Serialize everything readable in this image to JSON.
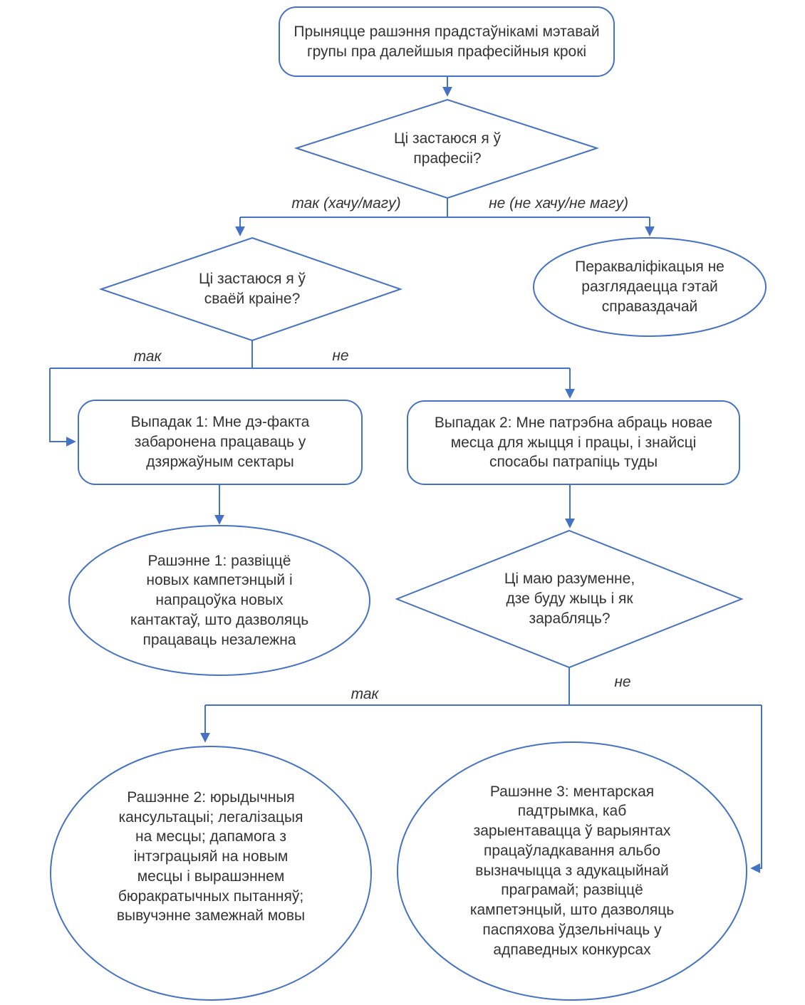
{
  "flowchart": {
    "start": {
      "text": "Прыняцце рашэння прадстаўнікамі мэтавай групы пра далейшыя прафесійныя крокі"
    },
    "decision1": {
      "text": "Ці застаюся я ў прафесіі?",
      "yes_label": "так (хачу/магу)",
      "no_label": "не (не хачу/не магу)"
    },
    "requalification": {
      "text": "Перакваліфікацыя не разглядаецца гэтай справаздачай"
    },
    "decision2": {
      "text": "Ці застаюся я ў сваёй краіне?",
      "yes_label": "так",
      "no_label": "не"
    },
    "case1": {
      "text": "Выпадак 1: Мне дэ-факта забаронена працаваць у дзяржаўным сектары"
    },
    "case2": {
      "text": "Выпадак 2: Мне патрэбна абраць новае месца для жыцця і працы, і знайсці спосабы патрапіць туды"
    },
    "solution1": {
      "text": "Рашэнне 1: развіццё новых кампетэнцый і напрацоўка новых кантактаў, што дазволяць працаваць незалежна"
    },
    "decision3": {
      "text": "Ці маю разуменне, дзе буду жыць і як зарабляць?",
      "yes_label": "так",
      "no_label": "не"
    },
    "solution2": {
      "text": "Рашэнне 2: юрыдычныя кансультацыі; легалізацыя на месцы; дапамога з інтэграцыяй на новым месцы і вырашэннем бюракратычных пытанняў; вывучэнне замежнай мовы"
    },
    "solution3": {
      "text": "Рашэнне 3: ментарская падтрымка, каб зарыентавацца ў варыянтах працаўладкавання альбо вызначыцца з адукацыйнай праграмай; развіццё кампетэнцый, што дазволяць паспяхова ўдзельнічаць у адпаведных конкурсах"
    }
  },
  "colors": {
    "line": "#4472C4",
    "text": "#333333",
    "background": "#FFFFFF"
  }
}
